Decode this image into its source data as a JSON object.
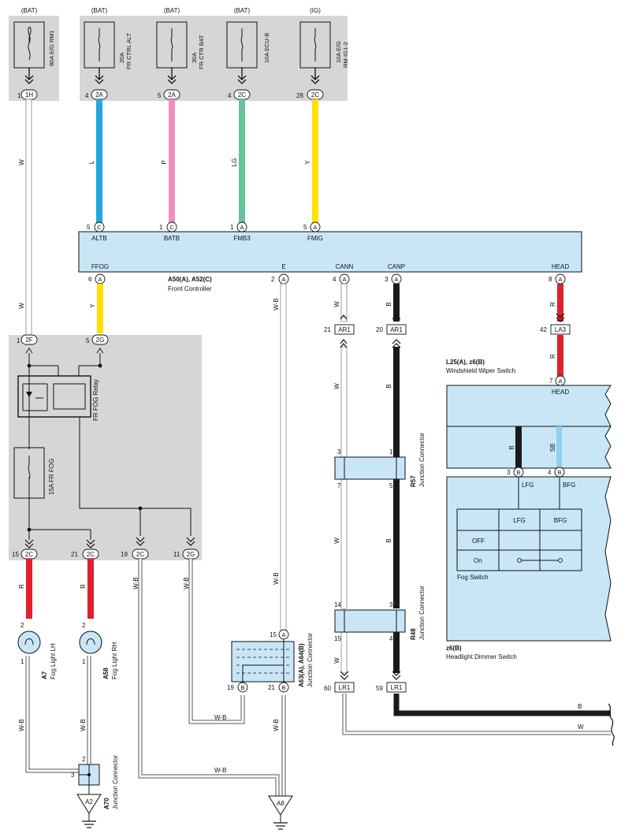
{
  "colors": {
    "shade": "#d6d6d8",
    "module": "#c9e6f7",
    "wire_W": "#ffffff",
    "wire_B": "#1a1a1a",
    "wire_L": "#22a7df",
    "wire_P": "#ee8fbd",
    "wire_LG": "#66c39a",
    "wire_Y": "#ffe000",
    "wire_R": "#e0202c",
    "wire_SB": "#8fd0f2"
  },
  "fuses": [
    {
      "source": "(BAT)",
      "name": "80A E/G RM1",
      "pin": "1",
      "conn": "1H",
      "icon": "fuse-icon"
    },
    {
      "source": "(BAT)",
      "name_a": "20A",
      "name_b": "FR CTRL ALT",
      "pin": "4",
      "conn": "2A",
      "icon": "fuse-icon"
    },
    {
      "source": "(BAT)",
      "name_a": "30A",
      "name_b": "FR CTR BAT",
      "pin": "5",
      "conn": "2A",
      "icon": "fuse-icon"
    },
    {
      "source": "(BAT)",
      "name": "10A ECU-B",
      "pin": "4",
      "conn": "2C",
      "icon": "fuse-icon"
    },
    {
      "source": "(IG)",
      "name_a": "10A E/G",
      "name_b": "RM-IG1-2",
      "pin": "28",
      "conn": "2C",
      "icon": "fuse-icon"
    }
  ],
  "wire_labels": {
    "W": "W",
    "L": "L",
    "P": "P",
    "LG": "LG",
    "Y": "Y",
    "R": "R",
    "B": "B",
    "SB": "SB",
    "WB": "W-B"
  },
  "controller": {
    "title": "A50(A), A52(C)",
    "name": "Front Controller",
    "top_pins": [
      {
        "num": "5",
        "letter": "C",
        "label": "ALTB"
      },
      {
        "num": "1",
        "letter": "C",
        "label": "BATB"
      },
      {
        "num": "1",
        "letter": "A",
        "label": "FMB3"
      },
      {
        "num": "5",
        "letter": "A",
        "label": "FMIG"
      }
    ],
    "bottom_pins": [
      {
        "num": "6",
        "letter": "A",
        "label": "FFOG"
      },
      {
        "num": "2",
        "letter": "A",
        "label": "E"
      },
      {
        "num": "4",
        "letter": "A",
        "label": "CANN"
      },
      {
        "num": "3",
        "letter": "A",
        "label": "CANP"
      },
      {
        "num": "8",
        "letter": "A",
        "label": "HEAD"
      }
    ]
  },
  "relay_block": {
    "in_pins": [
      {
        "num": "1",
        "conn": "2F"
      },
      {
        "num": "5",
        "conn": "2G"
      }
    ],
    "relay_name": "FR FOG Relay",
    "fuse_name": "15A FR FOG",
    "out_pins": [
      {
        "num": "15",
        "conn": "2C"
      },
      {
        "num": "21",
        "conn": "2C"
      },
      {
        "num": "19",
        "conn": "2C"
      },
      {
        "num": "11",
        "conn": "2G"
      }
    ]
  },
  "inline_connectors": [
    {
      "num": "21",
      "conn": "AR1"
    },
    {
      "num": "20",
      "conn": "AR1"
    },
    {
      "num": "42",
      "conn": "LA3"
    },
    {
      "num": "60",
      "conn": "LR1"
    },
    {
      "num": "59",
      "conn": "LR1"
    }
  ],
  "r57": {
    "id": "R57",
    "type": "Junction Connector",
    "pins": [
      "3",
      "1",
      "7",
      "5"
    ]
  },
  "r48": {
    "id": "R48",
    "type": "Junction Connector",
    "pins": [
      "14",
      "3",
      "15",
      "4"
    ]
  },
  "a63": {
    "id": "A63(A), A64(B)",
    "type": "Junction Connector",
    "pins": [
      "15",
      "19",
      "21"
    ],
    "letters": [
      "A",
      "B",
      "B"
    ]
  },
  "a70": {
    "id": "A70",
    "type": "Junction Connector",
    "pins": [
      "2",
      "3"
    ]
  },
  "lights": [
    {
      "id": "A7",
      "name": "Fog Light LH",
      "pins": [
        "2",
        "1"
      ]
    },
    {
      "id": "A58",
      "name": "Fog Light RH",
      "pins": [
        "2",
        "1"
      ]
    }
  ],
  "grounds": [
    "A2",
    "A8"
  ],
  "switch": {
    "title": "L25(A), z6(B)",
    "name": "Windshield Wiper Switch",
    "head_pin": "7",
    "head_letter": "A",
    "head_label": "HEAD",
    "lower_pins": [
      {
        "num": "3",
        "letter": "B",
        "label": "LFG"
      },
      {
        "num": "4",
        "letter": "B",
        "label": "BFG"
      }
    ],
    "table_headers": [
      "LFG",
      "BFG"
    ],
    "table_rows": [
      "OFF",
      "On"
    ],
    "fog_label": "Fog Switch",
    "dimmer_title": "z6(B)",
    "dimmer_name": "Headlight Dimmer Switch"
  }
}
